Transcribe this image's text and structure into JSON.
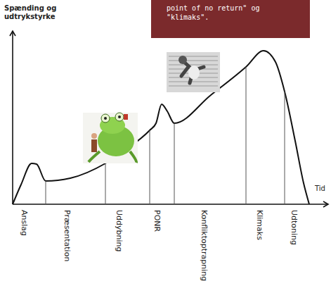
{
  "diagram": {
    "nodes": [
      {
        "text": [
          "point of no return\" og \"klimaks\"."
        ]
      }
    ],
    "labels": [
      "Spænding og udtrykstyrke",
      "Tid",
      "Anslag",
      "Præsentation",
      "Uddybning",
      "PONR",
      "Konfliktoptrapning",
      "Klimaks",
      "Udtoning"
    ]
  }
}
